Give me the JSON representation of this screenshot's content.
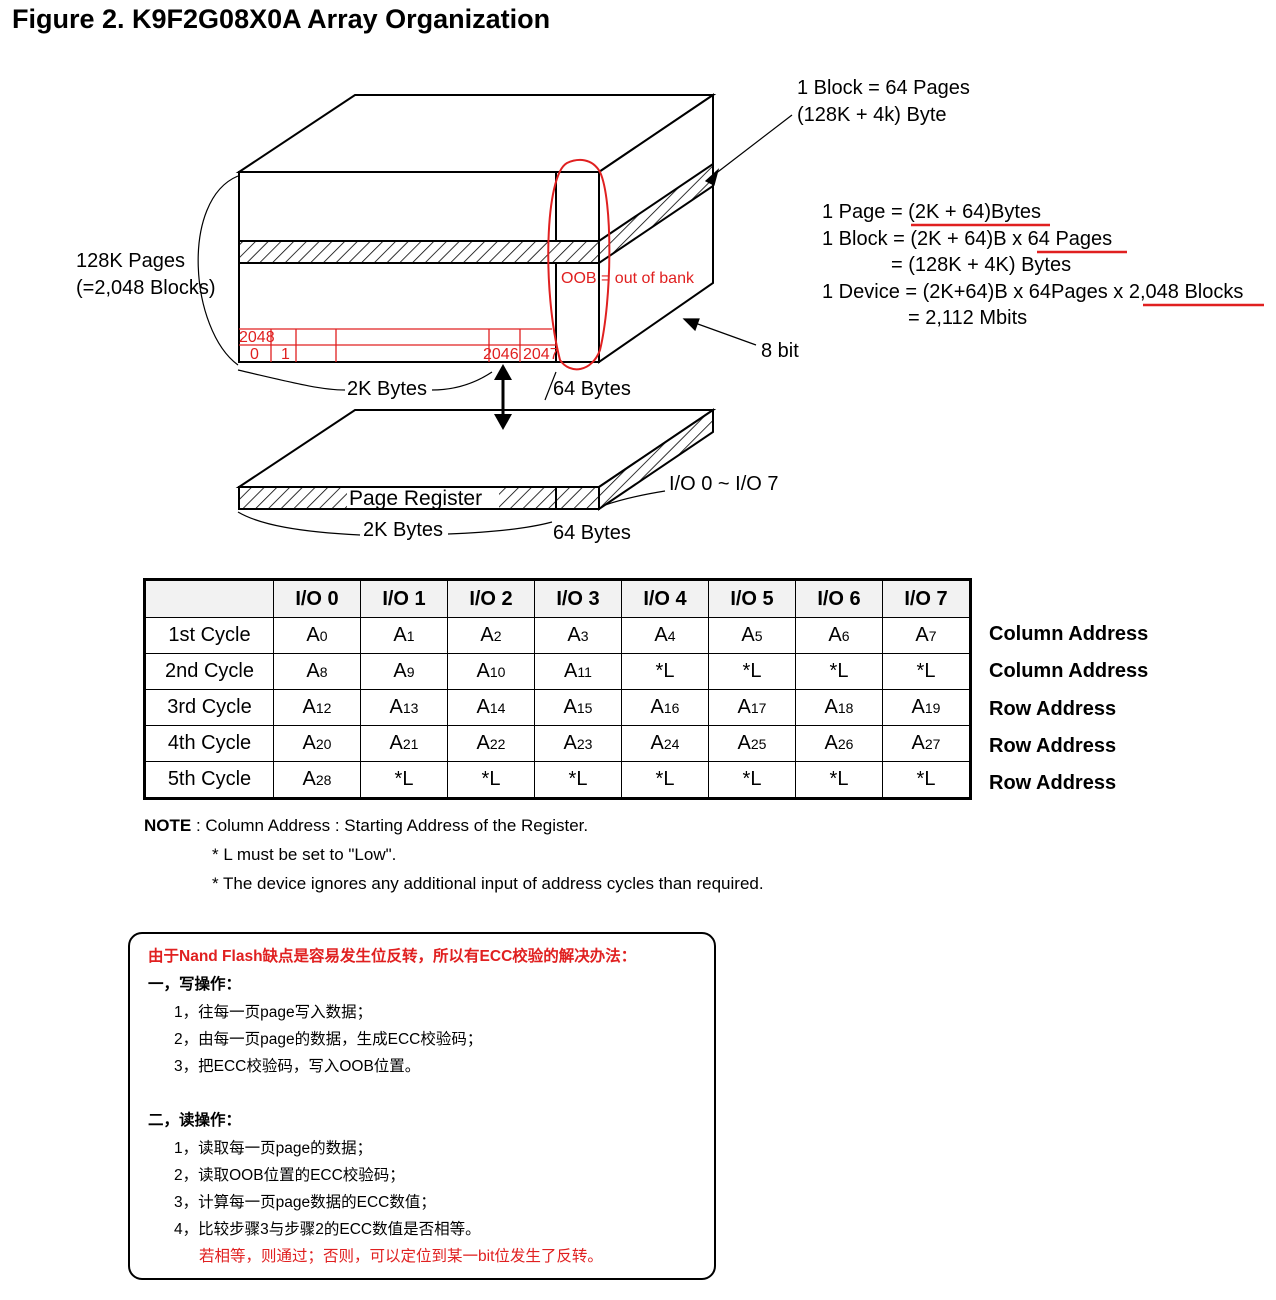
{
  "figure": {
    "title": "Figure 2. K9F2G08X0A Array Organization",
    "block_label_1": "1 Block = 64 Pages",
    "block_label_2": "(128K + 4k) Byte",
    "pages_label_1": "128K Pages",
    "pages_label_2": "(=2,048 Blocks)",
    "oob_annotation": "OOB = out of bank",
    "col_2048": "2048",
    "col_0": "0",
    "col_1": "1",
    "col_2046": "2046",
    "col_2047": "2047",
    "bytes_2k": "2K Bytes",
    "bytes_64": "64 Bytes",
    "bit8": "8 bit",
    "page_register": "Page Register",
    "reg_2k": "2K Bytes",
    "reg_64": "64 Bytes",
    "io_range": "I/O 0 ~ I/O 7"
  },
  "equations": [
    "1 Page = (2K + 64)Bytes",
    "1 Block = (2K + 64)B x 64 Pages",
    "= (128K + 4K) Bytes",
    "1 Device = (2K+64)B x 64Pages x 2,048 Blocks",
    "= 2,112 Mbits"
  ],
  "table": {
    "headers": [
      "I/O 0",
      "I/O 1",
      "I/O 2",
      "I/O 3",
      "I/O 4",
      "I/O 5",
      "I/O 6",
      "I/O 7"
    ],
    "rows": [
      {
        "cycle": "1st Cycle",
        "cells": [
          [
            "A",
            "0"
          ],
          [
            "A",
            "1"
          ],
          [
            "A",
            "2"
          ],
          [
            "A",
            "3"
          ],
          [
            "A",
            "4"
          ],
          [
            "A",
            "5"
          ],
          [
            "A",
            "6"
          ],
          [
            "A",
            "7"
          ]
        ],
        "address": "Column Address"
      },
      {
        "cycle": "2nd Cycle",
        "cells": [
          [
            "A",
            "8"
          ],
          [
            "A",
            "9"
          ],
          [
            "A",
            "10"
          ],
          [
            "A",
            "11"
          ],
          [
            "*L",
            ""
          ],
          [
            "*L",
            ""
          ],
          [
            "*L",
            ""
          ],
          [
            "*L",
            ""
          ]
        ],
        "address": "Column Address"
      },
      {
        "cycle": "3rd Cycle",
        "cells": [
          [
            "A",
            "12"
          ],
          [
            "A",
            "13"
          ],
          [
            "A",
            "14"
          ],
          [
            "A",
            "15"
          ],
          [
            "A",
            "16"
          ],
          [
            "A",
            "17"
          ],
          [
            "A",
            "18"
          ],
          [
            "A",
            "19"
          ]
        ],
        "address": "Row Address"
      },
      {
        "cycle": "4th Cycle",
        "cells": [
          [
            "A",
            "20"
          ],
          [
            "A",
            "21"
          ],
          [
            "A",
            "22"
          ],
          [
            "A",
            "23"
          ],
          [
            "A",
            "24"
          ],
          [
            "A",
            "25"
          ],
          [
            "A",
            "26"
          ],
          [
            "A",
            "27"
          ]
        ],
        "address": "Row Address"
      },
      {
        "cycle": "5th Cycle",
        "cells": [
          [
            "A",
            "28"
          ],
          [
            "*L",
            ""
          ],
          [
            "*L",
            ""
          ],
          [
            "*L",
            ""
          ],
          [
            "*L",
            ""
          ],
          [
            "*L",
            ""
          ],
          [
            "*L",
            ""
          ],
          [
            "*L",
            ""
          ]
        ],
        "address": "Row Address"
      }
    ]
  },
  "note": {
    "label": "NOTE",
    "line1": " : Column Address : Starting Address of the Register.",
    "line2": "* L must be set to \"Low\".",
    "line3": "* The device ignores any additional input of address cycles than required."
  },
  "ecc_box": {
    "heading": "由于Nand Flash缺点是容易发生位反转，所以有ECC校验的解决办法：",
    "write_title": "一，写操作：",
    "write_steps": [
      "1，往每一页page写入数据；",
      "2，由每一页page的数据，生成ECC校验码；",
      "3，把ECC校验码，写入OOB位置。"
    ],
    "read_title": "二，读操作：",
    "read_steps": [
      "1，读取每一页page的数据；",
      "2，读取OOB位置的ECC校验码；",
      "3，计算每一页page数据的ECC数值；",
      "4，比较步骤3与步骤2的ECC数值是否相等。"
    ],
    "conclusion": "若相等，则通过；否则，可以定位到某一bit位发生了反转。"
  },
  "colors": {
    "annotation_red": "#e02020",
    "table_header_bg": "#f2f2f2"
  }
}
